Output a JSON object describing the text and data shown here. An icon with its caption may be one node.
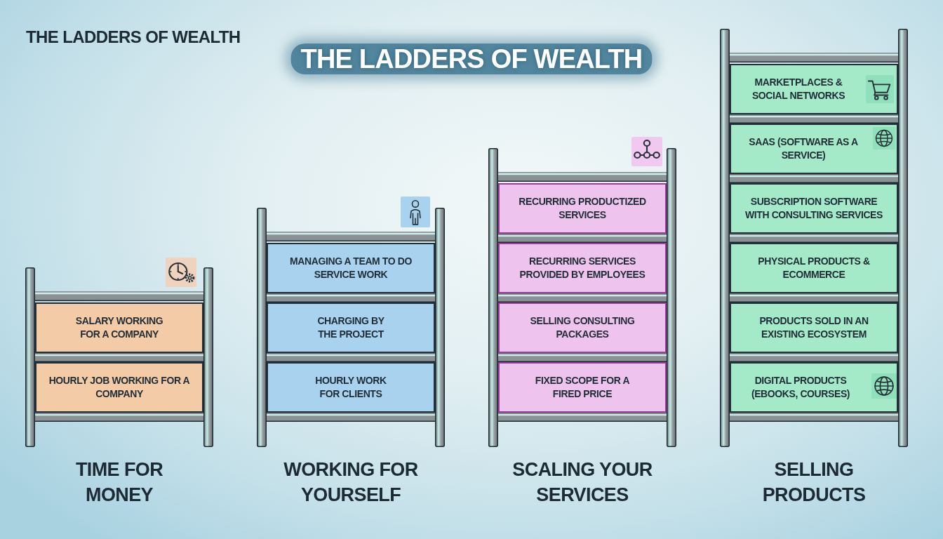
{
  "diagram": {
    "title": "THE LADDERS OF WEALTH",
    "nodes": [
      {
        "text": [
          "TIME FOR MONEY"
        ]
      },
      {
        "text": [
          "SALARY WORKING FOR A COMPANY"
        ],
        "in": 0
      },
      {
        "text": [
          "HOURLY JOB WORKING FOR A COMPANY"
        ],
        "in": 0
      },
      {
        "text": [
          "WORKING FOR YOURSELF"
        ]
      },
      {
        "text": [
          "MANAGING A TEAM TO DO SERVICE WORK"
        ],
        "in": 3
      },
      {
        "text": [
          "CHARGING BY THE PROJECT"
        ],
        "in": 3
      },
      {
        "text": [
          "HOURLY WORK FOR CLIENTS"
        ],
        "in": 3
      },
      {
        "text": [
          "SCALING YOUR SERVICES"
        ]
      },
      {
        "text": [
          "RECURRING PRODUCTIZED SERVICES"
        ],
        "in": 7
      },
      {
        "text": [
          "RECURRING SERVICES PROVIDED BY EMPLOYEES"
        ],
        "in": 7
      },
      {
        "text": [
          "SELLING CONSULTING PACKAGES"
        ],
        "in": 7
      },
      {
        "text": [
          "FIXED SCOPE FOR A FIRED PRICE"
        ],
        "in": 7
      },
      {
        "text": [
          "SELLING PRODUCTS"
        ]
      },
      {
        "text": [
          "MARKETPLACES & SOCIAL NETWORKS"
        ],
        "in": 12
      },
      {
        "text": [
          "SAAS (SOFTWARE AS A SERVICE)"
        ],
        "in": 12
      },
      {
        "text": [
          "SUBSCRIPTION SOFTWARE WITH CONSULTING SERVICES"
        ],
        "in": 12
      },
      {
        "text": [
          "PHYSICAL PRODUCTS & ECOMMERCE"
        ],
        "in": 12
      },
      {
        "text": [
          "PRODUCTS SOLD IN AN EXISTING ECOSYSTEM"
        ],
        "in": 12
      },
      {
        "text": [
          "DIGITAL PRODUCTS (EBOOKS, COURSES)"
        ],
        "in": 12
      }
    ],
    "labels": [
      "THE LADDERS OF WEALTH"
    ]
  }
}
